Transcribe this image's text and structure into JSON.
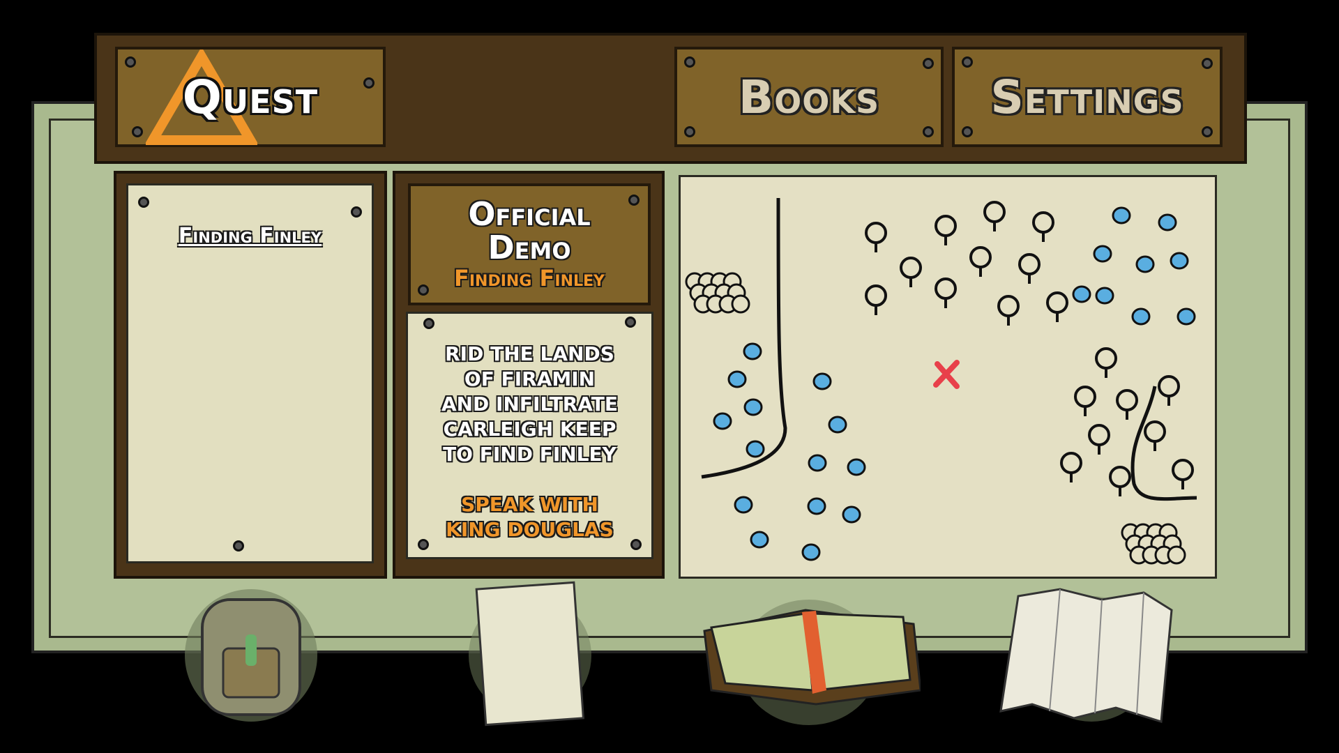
{
  "tabs": {
    "quest": "Quest",
    "books": "Books",
    "settings": "Settings",
    "active": "quest"
  },
  "quest_list": {
    "items": [
      "Finding Finley"
    ]
  },
  "quest_detail": {
    "header_line1": "Official",
    "header_line2": "Demo",
    "quest_name": "Finding Finley",
    "description": [
      "RID THE LANDS",
      "OF FIRAMIN",
      "AND INFILTRATE",
      "CARLEIGH KEEP",
      "TO FIND FINLEY"
    ],
    "objective": [
      "SPEAK WITH",
      "KING DOUGLAS"
    ]
  },
  "colors": {
    "accent": "#f0962a",
    "board": "#a9b98e",
    "wood": "#806329",
    "map_marker": "#e8404a",
    "water": "#5aaee0"
  },
  "bottom_icons": [
    "backpack-icon",
    "scroll-icon",
    "book-icon",
    "map-icon"
  ]
}
